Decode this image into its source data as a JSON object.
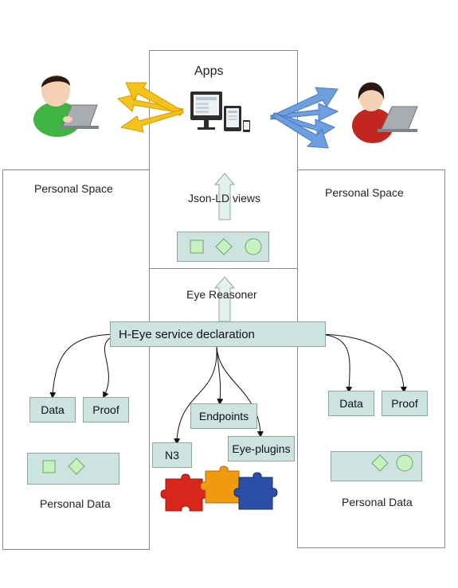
{
  "apps": {
    "label": "Apps"
  },
  "left_space": {
    "title": "Personal Space",
    "data_label": "Data",
    "proof_label": "Proof",
    "personal_data_label": "Personal Data"
  },
  "right_space": {
    "title": "Personal Space",
    "data_label": "Data",
    "proof_label": "Proof",
    "personal_data_label": "Personal Data"
  },
  "center": {
    "jsonld_label": "Json-LD views",
    "reasoner_label": "Eye Reasoner",
    "service_label": "H-Eye service declaration",
    "endpoints_label": "Endpoints",
    "n3_label": "N3",
    "plugins_label": "Eye-plugins"
  },
  "colors": {
    "box_fill": "#cde3df",
    "shape_fill": "#c9f0c0",
    "left_arrow": "#f3c21c",
    "right_arrow": "#6d9ee0"
  }
}
